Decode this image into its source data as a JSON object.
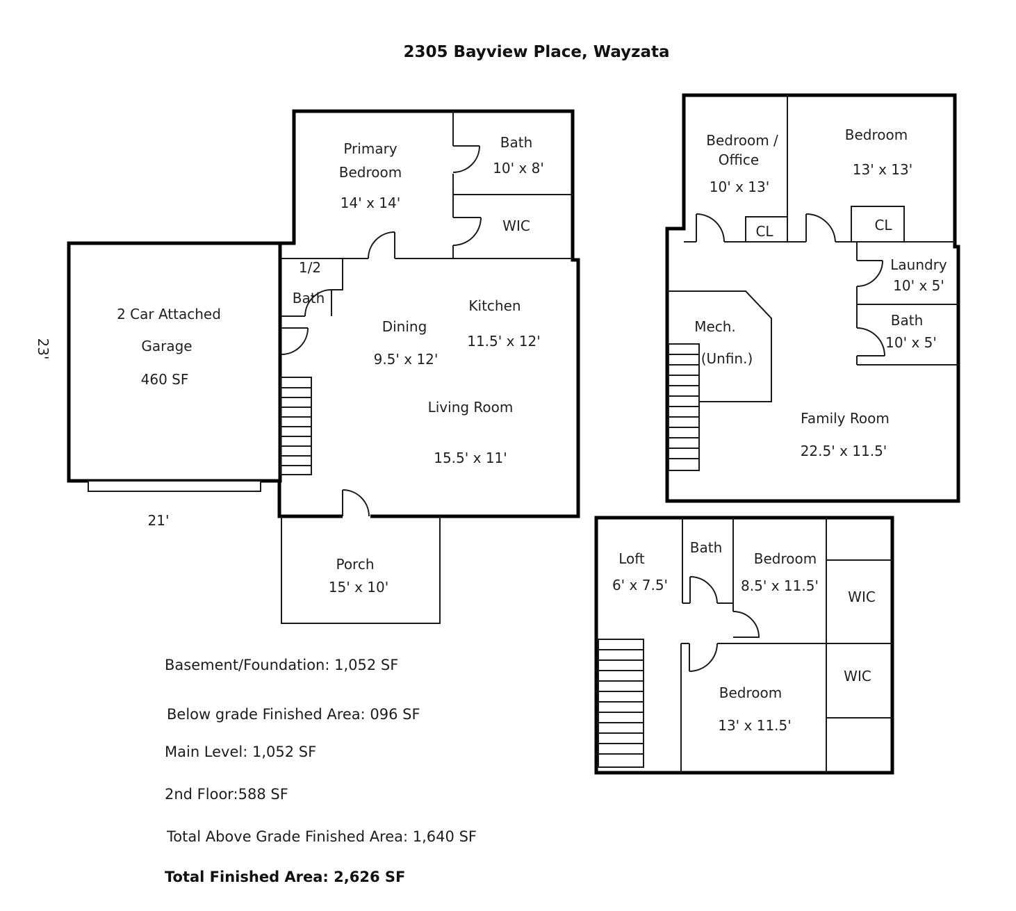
{
  "title": "2305 Bayview Place, Wayzata",
  "colors": {
    "line": "#000000",
    "text": "#1f1f1f"
  },
  "main_level": {
    "primary_bedroom_1": "Primary",
    "primary_bedroom_2": "Bedroom",
    "primary_bedroom_dims": "14' x 14'",
    "bath": "Bath",
    "bath_dims": "10' x 8'",
    "wic": "WIC",
    "half_bath_1": "1/2",
    "half_bath_2": "Bath",
    "kitchen": "Kitchen",
    "kitchen_dims": "11.5' x 12'",
    "dining": "Dining",
    "dining_dims": "9.5' x 12'",
    "living_room": "Living Room",
    "living_room_dims": "15.5' x 11'",
    "garage_1": "2 Car Attached",
    "garage_2": "Garage",
    "garage_3": "460 SF",
    "porch": "Porch",
    "porch_dims": "15' x 10'",
    "width_label": "21'",
    "depth_label": "23'"
  },
  "basement": {
    "bedroom_office_1": "Bedroom /",
    "bedroom_office_2": "Office",
    "bedroom_office_dims": "10' x 13'",
    "bedroom": "Bedroom",
    "bedroom_dims": "13' x 13'",
    "closet_left": "CL",
    "closet_right": "CL",
    "laundry": "Laundry",
    "laundry_dims": "10' x 5'",
    "bath": "Bath",
    "bath_dims": "10' x 5'",
    "mech_1": "Mech.",
    "mech_2": "(Unfin.)",
    "family_room": "Family Room",
    "family_room_dims": "22.5' x 11.5'"
  },
  "second_floor": {
    "loft": "Loft",
    "loft_dims": "6' x 7.5'",
    "bath": "Bath",
    "bedroom_1": "Bedroom",
    "bedroom_1_dims": "8.5' x 11.5'",
    "wic_top": "WIC",
    "wic_bottom": "WIC",
    "bedroom_2": "Bedroom",
    "bedroom_2_dims": "13' x 11.5'"
  },
  "summary": {
    "basement_foundation": "Basement/Foundation: 1,052 SF",
    "below_grade": "Below grade Finished Area: 096 SF",
    "main_level": "Main Level: 1,052 SF",
    "second_floor": "2nd Floor:588 SF",
    "total_above_grade": "Total Above Grade Finished Area: 1,640 SF",
    "total_finished": "Total Finished Area: 2,626 SF"
  }
}
